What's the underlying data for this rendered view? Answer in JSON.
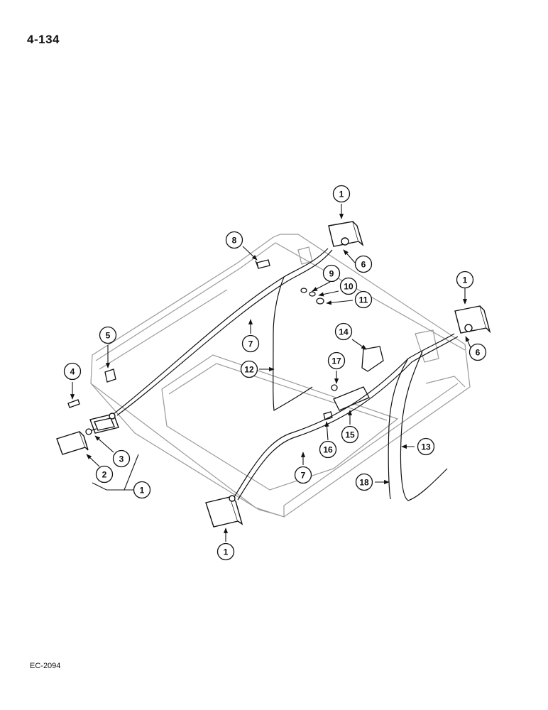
{
  "header": {
    "page_number": "4-134"
  },
  "footer": {
    "doc_code": "EC-2094"
  },
  "callouts": [
    {
      "id": "c1-top",
      "label": "1"
    },
    {
      "id": "c1-right",
      "label": "1"
    },
    {
      "id": "c1-left",
      "label": "1"
    },
    {
      "id": "c1-bottom",
      "label": "1"
    },
    {
      "id": "c2",
      "label": "2"
    },
    {
      "id": "c3",
      "label": "3"
    },
    {
      "id": "c4",
      "label": "4"
    },
    {
      "id": "c5",
      "label": "5"
    },
    {
      "id": "c6-top",
      "label": "6"
    },
    {
      "id": "c6-right",
      "label": "6"
    },
    {
      "id": "c7-upper",
      "label": "7"
    },
    {
      "id": "c7-lower",
      "label": "7"
    },
    {
      "id": "c8",
      "label": "8"
    },
    {
      "id": "c9",
      "label": "9"
    },
    {
      "id": "c10",
      "label": "10"
    },
    {
      "id": "c11",
      "label": "11"
    },
    {
      "id": "c12",
      "label": "12"
    },
    {
      "id": "c13",
      "label": "13"
    },
    {
      "id": "c14",
      "label": "14"
    },
    {
      "id": "c15",
      "label": "15"
    },
    {
      "id": "c16",
      "label": "16"
    },
    {
      "id": "c17",
      "label": "17"
    },
    {
      "id": "c18",
      "label": "18"
    }
  ]
}
